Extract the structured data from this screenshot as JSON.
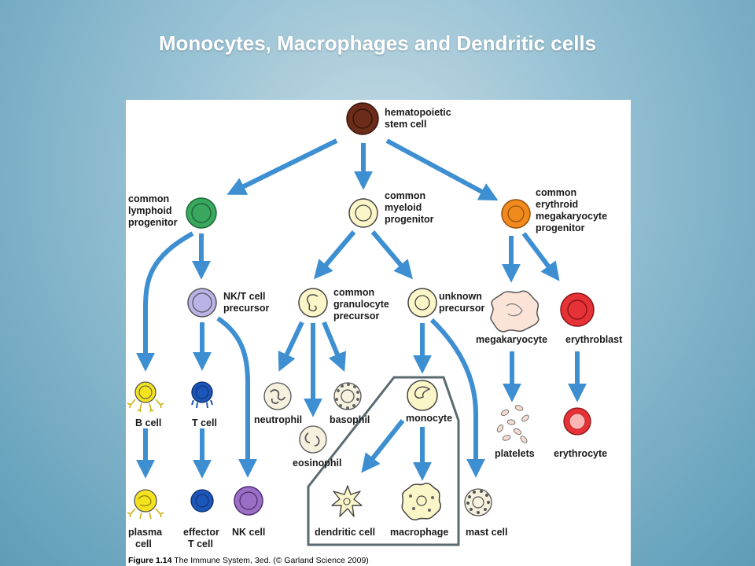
{
  "slide": {
    "title": "Monocytes, Macrophages and Dendritic cells"
  },
  "figure": {
    "caption_figure": "Figure 1.14",
    "caption_text": "The Immune System, 3ed. (© Garland Science 2009)",
    "colors": {
      "arrow": "#3d8fd1",
      "outline": "#5b6a70",
      "stem": "#6b2d1a",
      "lymphoid": "#3aa75f",
      "myeloid": "#fbf6c8",
      "erythroid": "#f08a1d",
      "nkt": "#b9b3e8",
      "bcell": "#f3e21d",
      "tcell": "#1c56b8",
      "nkcell": "#9a6ec4",
      "erythro": "#e53237"
    },
    "cells": {
      "stem": [
        "hematopoietic",
        "stem cell"
      ],
      "lymphoid": [
        "common",
        "lymphoid",
        "progenitor"
      ],
      "myeloid": [
        "common",
        "myeloid",
        "progenitor"
      ],
      "erythroid": [
        "common",
        "erythroid",
        "megakaryocyte",
        "progenitor"
      ],
      "nkt": [
        "NK/T cell",
        "precursor"
      ],
      "granulocyte": [
        "common",
        "granulocyte",
        "precursor"
      ],
      "unknown": [
        "unknown",
        "precursor"
      ],
      "megakaryocyte": "megakaryocyte",
      "erythroblast": "erythroblast",
      "bcell": "B cell",
      "tcell": "T cell",
      "neutrophil": "neutrophil",
      "basophil": "basophil",
      "eosinophil": "eosinophil",
      "monocyte": "monocyte",
      "platelets": "platelets",
      "erythrocyte": "erythrocyte",
      "plasma": [
        "plasma",
        "cell"
      ],
      "effector": [
        "effector",
        "T cell"
      ],
      "nkcell": "NK cell",
      "dendritic": "dendritic cell",
      "macrophage": "macrophage",
      "mast": "mast cell"
    }
  }
}
